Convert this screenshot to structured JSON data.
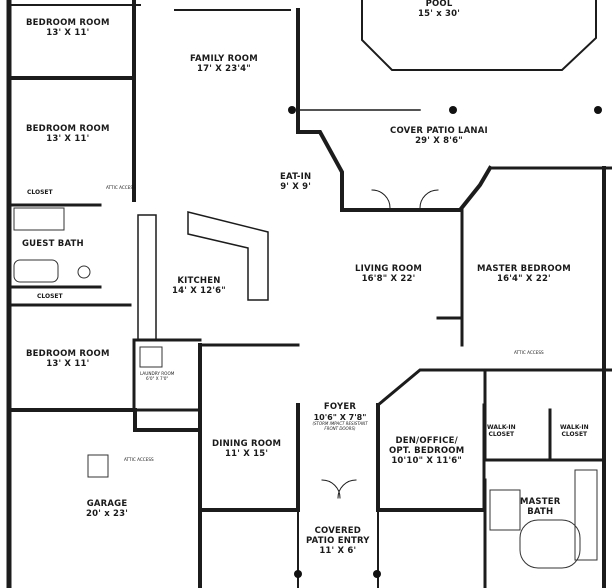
{
  "rooms": {
    "pool": {
      "name": "POOL",
      "dims": "15' x 30'"
    },
    "bedroom1": {
      "name": "BEDROOM ROOM",
      "dims": "13' X 11'"
    },
    "family": {
      "name": "FAMILY ROOM",
      "dims": "17' X 23'4\""
    },
    "bedroom2": {
      "name": "BEDROOM ROOM",
      "dims": "13' X 11'"
    },
    "lanai": {
      "name": "COVER PATIO LANAI",
      "dims": "29' X 8'6\""
    },
    "eatin": {
      "name": "EAT-IN",
      "dims": "9' X 9'"
    },
    "closet1": {
      "name": "CLOSET"
    },
    "attic1": {
      "name": "ATTIC ACCESS"
    },
    "guestbath": {
      "name": "GUEST BATH"
    },
    "kitchen": {
      "name": "KITCHEN",
      "dims": "14' X 12'6\""
    },
    "living": {
      "name": "LIVING ROOM",
      "dims": "16'8\" X 22'"
    },
    "master": {
      "name": "MASTER BEDROOM",
      "dims": "16'4\" X 22'"
    },
    "closet2": {
      "name": "CLOSET"
    },
    "bedroom3": {
      "name": "BEDROOM ROOM",
      "dims": "13' X 11'"
    },
    "laundry": {
      "name": "LAUNDRY ROOM",
      "dims": "6'0\" X 7'0\""
    },
    "attic_master": {
      "name": "ATTIC ACCESS"
    },
    "foyer": {
      "name": "FOYER",
      "dims": "10'6\" X 7'8\"",
      "note": "(STORM IMPACT RESISTANT FRONT DOORS)"
    },
    "dining": {
      "name": "DINING ROOM",
      "dims": "11' X 15'"
    },
    "den": {
      "name": "DEN/OFFICE/",
      "name2": "OPT. BEDROOM",
      "dims": "10'10\" X 11'6\""
    },
    "walkin1": {
      "name": "WALK-IN",
      "name2": "CLOSET"
    },
    "walkin2": {
      "name": "WALK-IN",
      "name2": "CLOSET"
    },
    "attic_garage": {
      "name": "ATTIC ACCESS"
    },
    "garage": {
      "name": "GARAGE",
      "dims": "20' x 23'"
    },
    "mbath": {
      "name": "MASTER",
      "name2": "BATH"
    },
    "entry": {
      "name": "COVERED",
      "name2": "PATIO ENTRY",
      "dims": "11' X 6'"
    }
  },
  "colors": {
    "wall": "#1a1a1a",
    "paper": "#ffffff",
    "line": "#2a2a2a"
  }
}
